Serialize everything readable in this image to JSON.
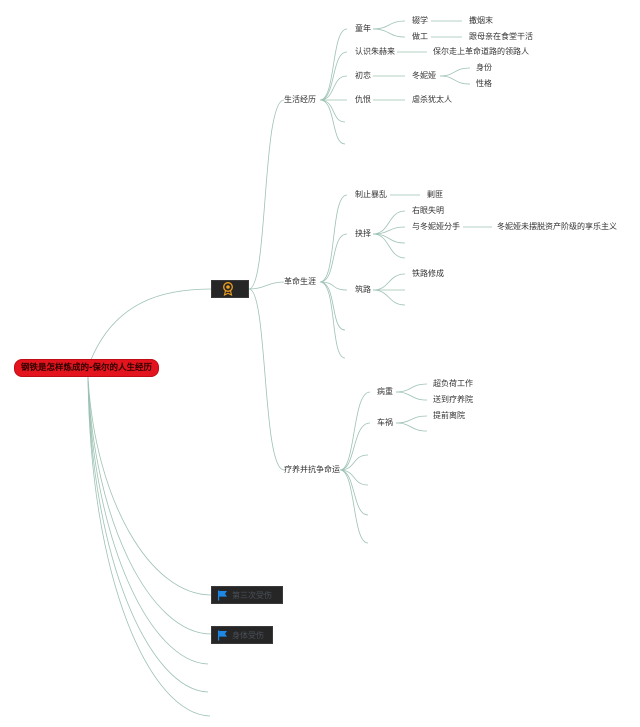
{
  "mindmap": {
    "root": {
      "label": "钢铁是怎样炼成的-保尔的人生经历"
    },
    "hub": {
      "icon": "medal-icon"
    },
    "life": {
      "label": "生活经历",
      "childhood": {
        "label": "童年",
        "dropout": {
          "label": "辍学",
          "detail": "撒烟末"
        },
        "work": {
          "label": "做工",
          "detail": "跟母亲在食堂干活"
        }
      },
      "zhuhelai": {
        "label": "认识朱赫来",
        "detail": "保尔走上革命道路的领路人"
      },
      "first_love": {
        "label": "初恋",
        "person": "冬妮娅",
        "traits": [
          "身份",
          "性格"
        ]
      },
      "hatred": {
        "label": "仇恨",
        "detail": "虐杀犹太人"
      }
    },
    "revolution": {
      "label": "革命生涯",
      "riot": {
        "label": "制止暴乱",
        "detail": "剿匪"
      },
      "choice": {
        "label": "抉择",
        "eye": "右眼失明",
        "breakup": {
          "label": "与冬妮娅分手",
          "reason": "冬妮娅未摆脱资产阶级的享乐主义"
        }
      },
      "railway": {
        "label": "筑路",
        "detail": "铁路修成"
      }
    },
    "recovery": {
      "label": "疗养并抗争命运",
      "illness": {
        "label": "病重",
        "items": [
          "超负荷工作",
          "送到疗养院"
        ]
      },
      "accident": {
        "label": "车祸",
        "detail": "提前离院"
      }
    },
    "third_injury": {
      "label": "第三次受伤",
      "icon": "flag-icon"
    },
    "body_injury": {
      "label": "身体受伤",
      "icon": "flag-icon"
    }
  },
  "colors": {
    "root_fill": "#e3141d",
    "line": "#9dc2b3",
    "dark_node": "#262626",
    "flag": "#1e88e5",
    "medal": "#f0a020"
  }
}
